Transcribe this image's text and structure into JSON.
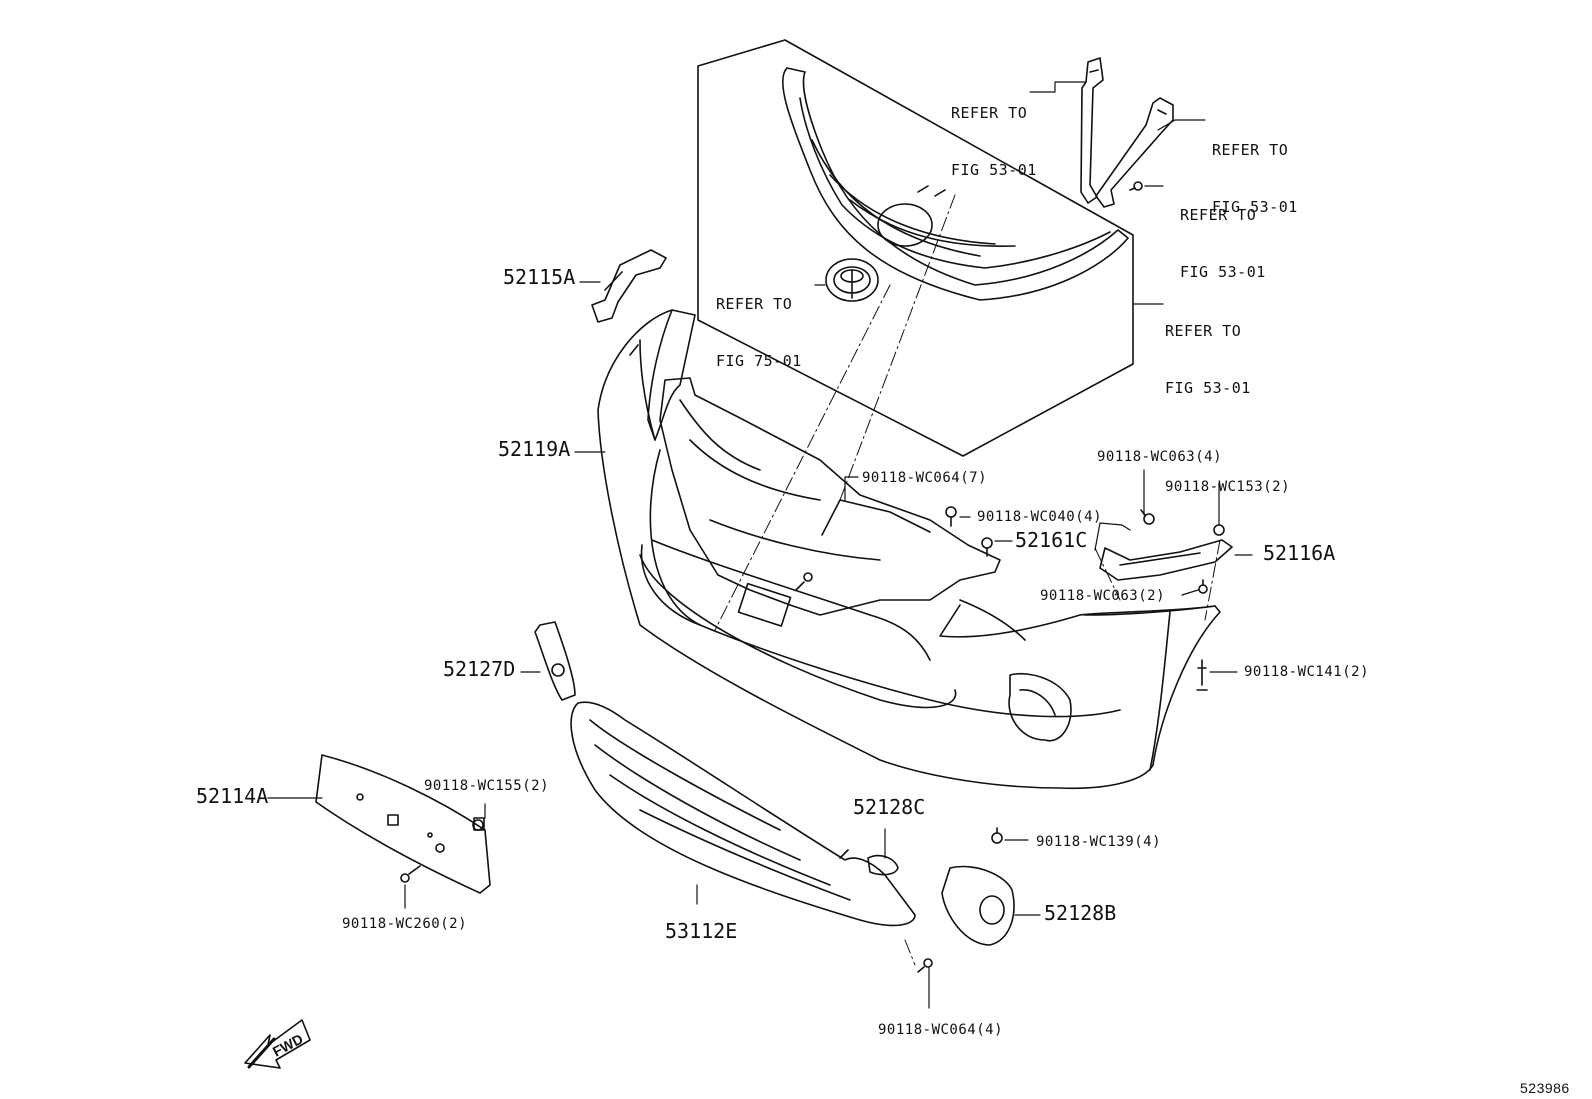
{
  "diagram_id": "523986",
  "fwd_label": "FWD",
  "refs": [
    {
      "line1": "REFER TO",
      "line2": "FIG 53-01"
    },
    {
      "line1": "REFER TO",
      "line2": "FIG 53-01"
    },
    {
      "line1": "REFER TO",
      "line2": "FIG 53-01"
    },
    {
      "line1": "REFER TO",
      "line2": "FIG 75-01"
    },
    {
      "line1": "REFER TO",
      "line2": "FIG 53-01"
    }
  ],
  "parts": {
    "p52115A": "52115A",
    "p52119A": "52119A",
    "p52127D": "52127D",
    "p52114A": "52114A",
    "p52161C": "52161C",
    "p52116A": "52116A",
    "p52128C": "52128C",
    "p52128B": "52128B",
    "p53112E": "53112E",
    "wc064_7": "90118-WC064(7)",
    "wc040_4": "90118-WC040(4)",
    "wc063_4": "90118-WC063(4)",
    "wc153_2": "90118-WC153(2)",
    "wc063_2": "90118-WC063(2)",
    "wc141_2": "90118-WC141(2)",
    "wc155_2": "90118-WC155(2)",
    "wc139_4": "90118-WC139(4)",
    "wc260_2": "90118-WC260(2)",
    "wc064_4": "90118-WC064(4)"
  }
}
